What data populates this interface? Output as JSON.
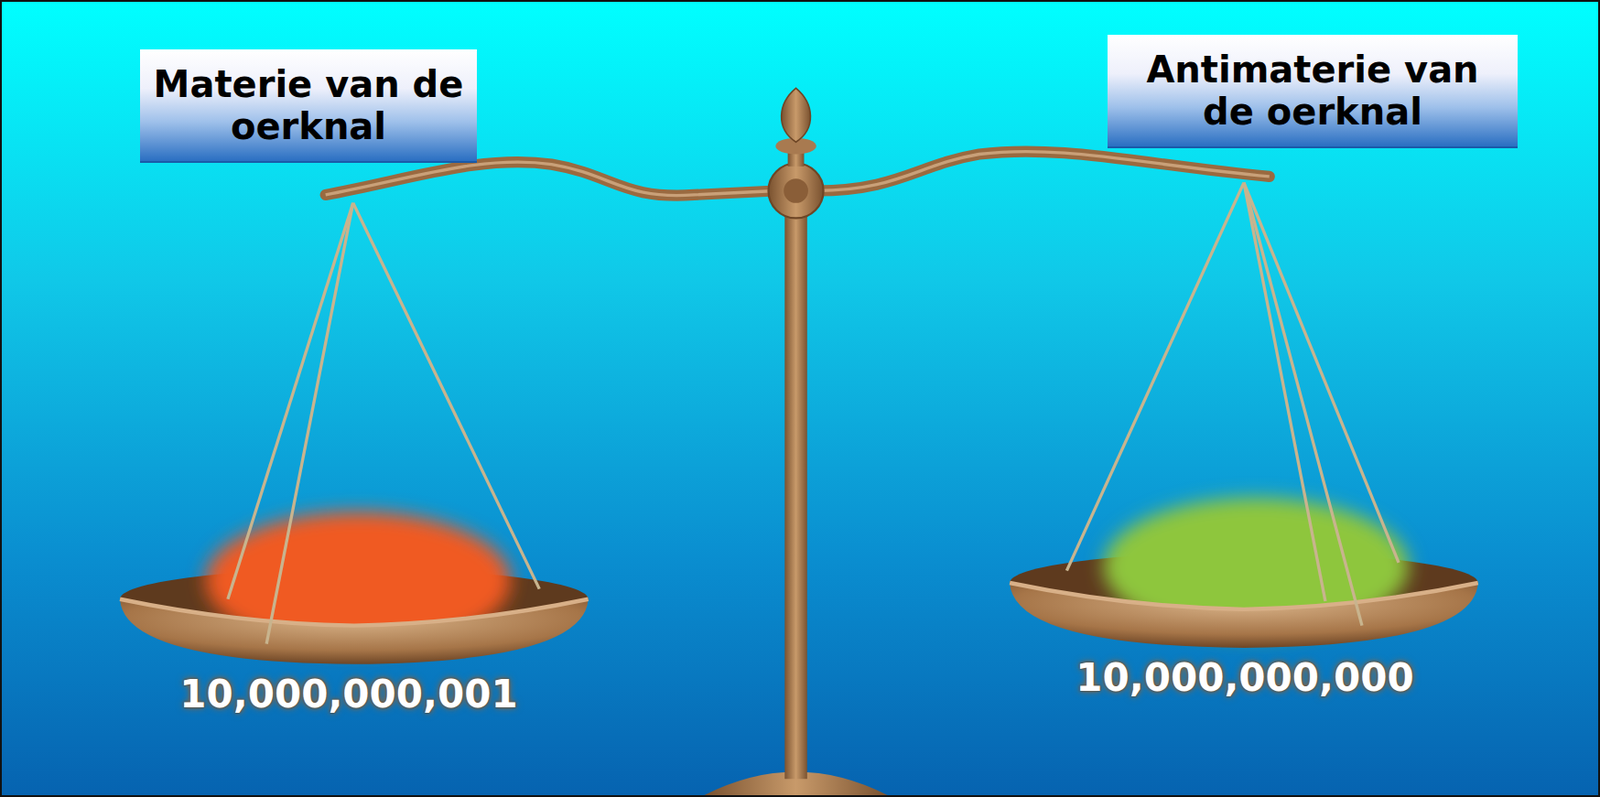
{
  "diagram": {
    "nodes": [
      {
        "text": [
          "Materie van de oerknal"
        ]
      },
      {
        "text": [
          "Antimaterie van de oerknal"
        ]
      }
    ],
    "edges": [],
    "labels": [
      "10,000,000,001",
      "10,000,000,000"
    ]
  }
}
